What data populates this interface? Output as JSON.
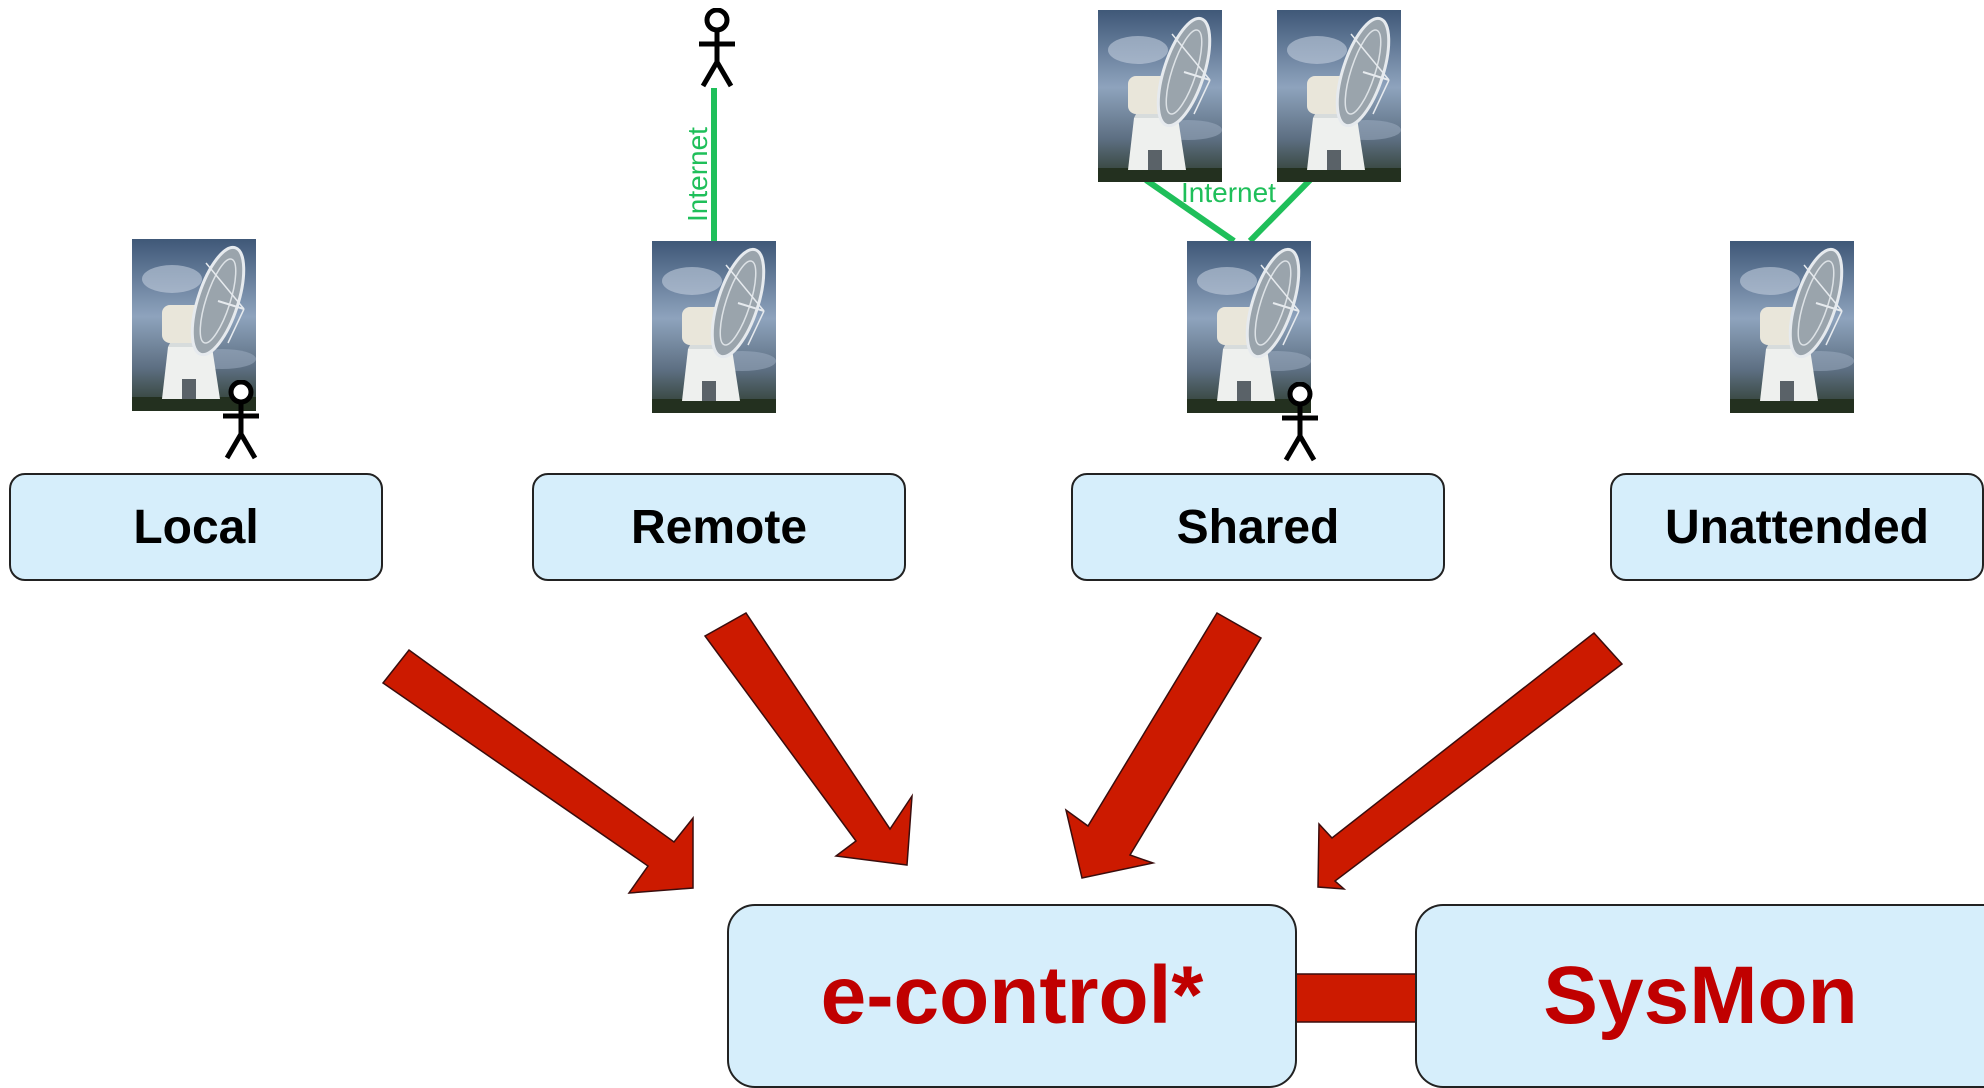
{
  "modes": [
    {
      "id": "local",
      "label": "Local"
    },
    {
      "id": "remote",
      "label": "Remote"
    },
    {
      "id": "shared",
      "label": "Shared"
    },
    {
      "id": "unattended",
      "label": "Unattended"
    }
  ],
  "connections": {
    "remote_link_label": "Internet",
    "shared_link_label": "Internet"
  },
  "targets": {
    "econtrol_label": "e-control*",
    "sysmon_label": "SysMon"
  },
  "colors": {
    "box_fill": "#d6eefb",
    "arrow_red": "#cc1a00",
    "target_text": "#c00000",
    "internet_green": "#1fbf5a"
  },
  "icons": [
    "radio-telescope-icon",
    "person-icon",
    "arrow-icon",
    "double-arrow-icon"
  ]
}
